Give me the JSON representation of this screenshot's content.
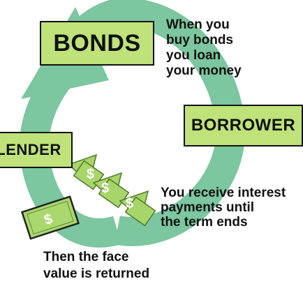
{
  "boxes": {
    "bonds": "BONDS",
    "borrower": "BORROWER",
    "lender": "LENDER"
  },
  "notes": {
    "loan": "When you\nbuy bonds\nyou loan\nyour money",
    "interest": "You receive interest\npayments until\nthe term ends",
    "face_value": "Then the face\nvalue is returned"
  },
  "symbols": {
    "dollar": "$"
  },
  "colors": {
    "cycle_arrow": "#7cc6a0",
    "box_fill": "#bfe27a",
    "coin_arrow": "#a8d56a",
    "bill": "#aad86e"
  }
}
